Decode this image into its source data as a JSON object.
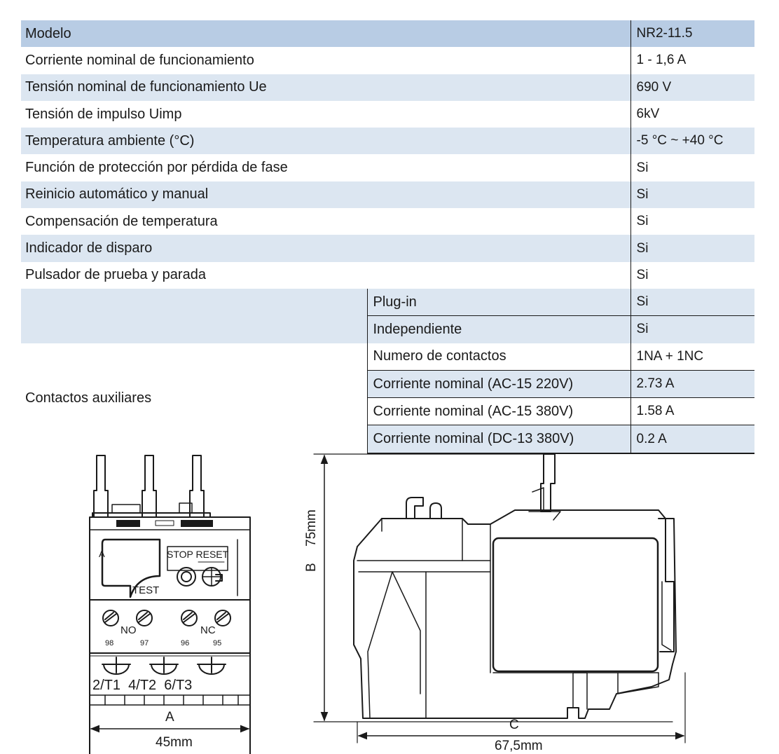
{
  "table": {
    "header": {
      "label": "Modelo",
      "value": "NR2-11.5"
    },
    "rows": [
      {
        "label": "Corriente nominal de funcionamiento",
        "value": "1 - 1,6 A"
      },
      {
        "label": "Tensión nominal de funcionamiento Ue",
        "value": "690 V"
      },
      {
        "label": "Tensión de impulso Uimp",
        "value": "6kV"
      },
      {
        "label": "Temperatura ambiente (°C)",
        "value": "-5 °C ~ +40 °C"
      },
      {
        "label": "Función de protección por pérdida de fase",
        "value": "Si"
      },
      {
        "label": "Reinicio automático y manual",
        "value": "Si"
      },
      {
        "label": "Compensación de temperatura",
        "value": "Si"
      },
      {
        "label": "Indicador de disparo",
        "value": "Si"
      },
      {
        "label": "Pulsador de prueba y parada",
        "value": "Si"
      }
    ],
    "mounting": [
      {
        "label": "Plug-in",
        "value": "Si"
      },
      {
        "label": "Independiente",
        "value": "Si"
      }
    ],
    "auxiliary": {
      "label": "Contactos auxiliares",
      "items": [
        {
          "label": "Numero de contactos",
          "value": "1NA + 1NC"
        },
        {
          "label": "Corriente nominal (AC-15 220V)",
          "value": "2.73 A"
        },
        {
          "label": "Corriente nominal (AC-15 380V)",
          "value": "1.58 A"
        },
        {
          "label": "Corriente nominal (DC-13 380V)",
          "value": "0.2 A"
        }
      ]
    }
  },
  "drawings": {
    "front": {
      "dim_letter": "A",
      "dim_value": "45mm",
      "labels": {
        "test": "TEST",
        "stop_reset": "STOP RESET",
        "no": "NO",
        "nc": "NC",
        "terminal_numbers": [
          "98",
          "97",
          "96",
          "95"
        ],
        "phases": "2/T1  4/T2  6/T3",
        "a_mark": "A"
      }
    },
    "side": {
      "width_letter": "C",
      "width_value": "67,5mm",
      "height_letter": "B",
      "height_value": "75mm"
    }
  }
}
